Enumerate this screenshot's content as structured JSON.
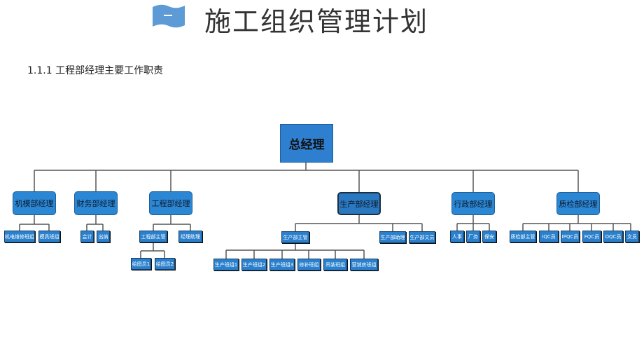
{
  "header": {
    "icon_name": "blue-banner-icon",
    "title": "施工组织管理计划"
  },
  "section": {
    "heading": "1.1.1 工程部经理主要工作职责"
  },
  "colors": {
    "box_fill": "#2b86d4",
    "line": "#555555",
    "title_icon": "#5c9bd5"
  },
  "org": {
    "gm": "总经理",
    "depts": [
      {
        "name": "机模部经理",
        "children": [
          "机电维修班组",
          "模具班组"
        ]
      },
      {
        "name": "财务部经理",
        "children": [
          "会计",
          "出纳"
        ]
      },
      {
        "name": "工程部经理",
        "children": [
          "工程部主管",
          "经理助理"
        ],
        "sub": [
          "绘图员1",
          "绘图员2"
        ]
      },
      {
        "name": "生产部经理",
        "children": [
          "生产部主管",
          "生产部助理",
          "生产部文员"
        ],
        "sub": [
          "生产班组1",
          "生产班组2",
          "生产班组3",
          "修补班组",
          "吊装班组",
          "营销房班组"
        ]
      },
      {
        "name": "行政部经理",
        "children": [
          "人事",
          "厂务",
          "保安"
        ]
      },
      {
        "name": "质检部经理",
        "children": [
          "质检部主管",
          "IQC员",
          "IPQC员",
          "FQC员",
          "OQC员",
          "文员"
        ]
      }
    ]
  }
}
